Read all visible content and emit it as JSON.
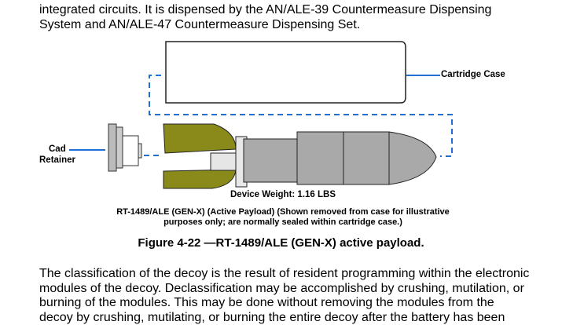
{
  "top_paragraph": {
    "lines": [
      "integrated circuits. It is dispensed by the AN/ALE-39 Countermeasure Dispensing",
      "System and AN/ALE-47 Countermeasure Dispensing Set."
    ]
  },
  "figure": {
    "labels": {
      "cartridge_case": "Cartridge Case",
      "cad": "Cad",
      "retainer": "Retainer",
      "device_weight": "Device Weight: 1.16 LBS"
    },
    "caption_lines": [
      "RT-1489/ALE (GEN-X) (Active Payload) (Shown removed from case for illustrative",
      "purposes only; are normally sealed within cartridge case.)"
    ],
    "title": "Figure 4-22 —RT-1489/ALE (GEN-X) active payload.",
    "colors": {
      "leader": "#1f6fd6",
      "fins": "#8a8a1a",
      "body": "#a9a9a9"
    }
  },
  "bottom_paragraph": {
    "lines": [
      "The classification of the decoy is the result of resident programming within the electronic",
      "modules of the decoy. Declassification may be accomplished by crushing, mutilation, or",
      "burning of the modules. This may be done without removing the modules from the",
      "decoy by crushing, mutilating, or burning the entire decoy after the battery has been"
    ]
  }
}
